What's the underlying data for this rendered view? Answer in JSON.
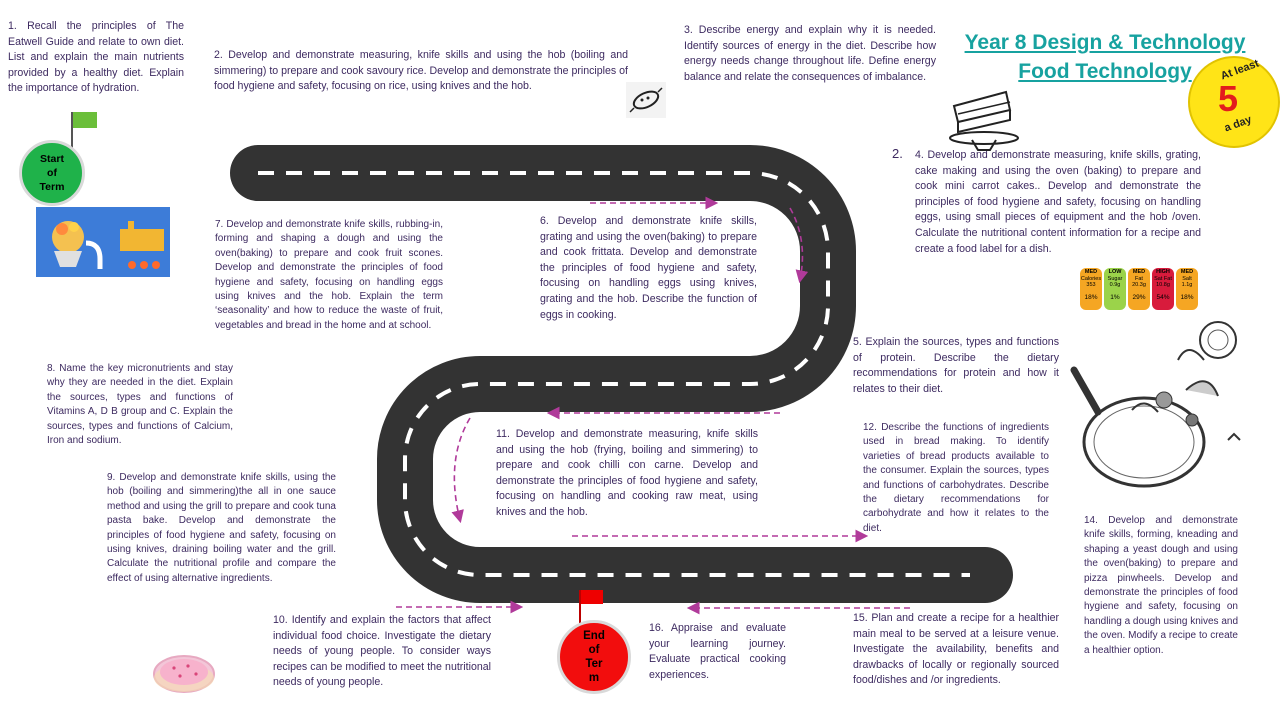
{
  "title": {
    "line1": "Year 8 Design & Technology",
    "line2": "Food Technology"
  },
  "badge_five": {
    "top": "At least",
    "number": "5",
    "bottom": "a day"
  },
  "start_label": "Start\nof\nTerm",
  "end_label": "End\nof\nTer\nm",
  "steps": {
    "s1": "1. Recall the principles of The Eatwell Guide and relate to own diet. List and explain the main nutrients provided by a healthy diet. Explain the importance of hydration.",
    "s2": "2. Develop and demonstrate measuring, knife skills and using the hob (boiling and simmering) to prepare and cook savoury rice. Develop and demonstrate the principles of food hygiene and safety, focusing on rice, using knives and the hob.",
    "s3": "3. Describe energy and explain why it is needed. Identify sources of energy in the diet. Describe how energy needs change throughout life. Define energy balance and relate the consequences of imbalance.",
    "s4_num": "2.",
    "s4": "4. Develop and demonstrate measuring, knife skills, grating, cake making and using the oven (baking) to prepare and cook mini carrot cakes.. Develop and demonstrate the principles of food hygiene and safety, focusing on handling eggs, using small pieces of equipment and the hob /oven. Calculate the nutritional content information for a recipe and create a food label for a dish.",
    "s5": "5. Explain the sources, types and functions of protein. Describe the dietary recommendations for protein and how it relates to their diet.",
    "s6": "6. Develop and demonstrate knife skills, grating and using the oven(baking) to prepare and cook frittata. Develop and demonstrate the principles of food hygiene and safety, focusing on handling eggs using knives, grating and the hob. Describe the function of eggs in cooking.",
    "s7": "7. Develop and demonstrate knife skills, rubbing-in, forming and shaping a dough and using the oven(baking) to prepare and cook fruit scones. Develop and demonstrate the principles of food hygiene and safety, focusing on handling eggs using knives and the hob. Explain the term ‘seasonality’ and how to reduce the waste of fruit, vegetables and bread in the home and at school.",
    "s8": "8. Name the key micronutrients and stay why they are needed in the diet. Explain the sources, types and functions of Vitamins A, D B group and C. Explain the sources, types and functions of Calcium, Iron and sodium.",
    "s9": "9. Develop and demonstrate knife skills, using the hob (boiling and simmering)the all in one sauce method and using the grill to prepare and cook tuna pasta bake. Develop and demonstrate the principles of food hygiene and safety, focusing on using knives, draining boiling water and the grill. Calculate the nutritional profile and compare the effect of using alternative ingredients.",
    "s10": "10. Identify and explain the factors that affect individual food choice. Investigate the dietary needs of young people. To consider ways recipes can be modified to meet the nutritional needs of young people.",
    "s11": "11. Develop and demonstrate measuring, knife skills and using the hob (frying, boiling and simmering) to prepare and cook chilli con carne. Develop and demonstrate the principles of food hygiene and safety, focusing on handling and cooking raw meat, using knives and the hob.",
    "s12": "12. Describe the functions of ingredients used in bread making. To identify varieties of bread products available to the consumer. Explain the sources, types and functions of carbohydrates. Describe the dietary recommendations for carbohydrate and how it relates to the diet.",
    "s14": "14. Develop and demonstrate knife skills, forming, kneading and shaping a yeast dough and using the oven(baking) to prepare and pizza pinwheels. Develop and demonstrate the principles of food hygiene and safety, focusing on handling a dough using knives and the oven. Modify a recipe to create a healthier option.",
    "s15": "15. Plan and create a recipe for a healthier main meal to be served at a leisure venue. Investigate the availability, benefits and drawbacks of locally or regionally sourced food/dishes and /or ingredients.",
    "s16": "16. Appraise and evaluate your learning journey. Evaluate practical cooking experiences."
  },
  "food_label": [
    {
      "level": "MED",
      "name": "Calories",
      "amount": "353",
      "pct": "18%",
      "color": "#f5a623"
    },
    {
      "level": "LOW",
      "name": "Sugar",
      "amount": "0.9g",
      "pct": "1%",
      "color": "#9bd34a"
    },
    {
      "level": "MED",
      "name": "Fat",
      "amount": "20.3g",
      "pct": "29%",
      "color": "#f5a623"
    },
    {
      "level": "HIGH",
      "name": "Sat Fat",
      "amount": "10.8g",
      "pct": "54%",
      "color": "#d81b3c"
    },
    {
      "level": "MED",
      "name": "Salt",
      "amount": "1.1g",
      "pct": "18%",
      "color": "#f5a623"
    }
  ],
  "colors": {
    "road": "#333333",
    "title": "#17a2a0",
    "arrow": "#b03a9a",
    "start": "#1fb24a",
    "end": "#f20d0d"
  }
}
